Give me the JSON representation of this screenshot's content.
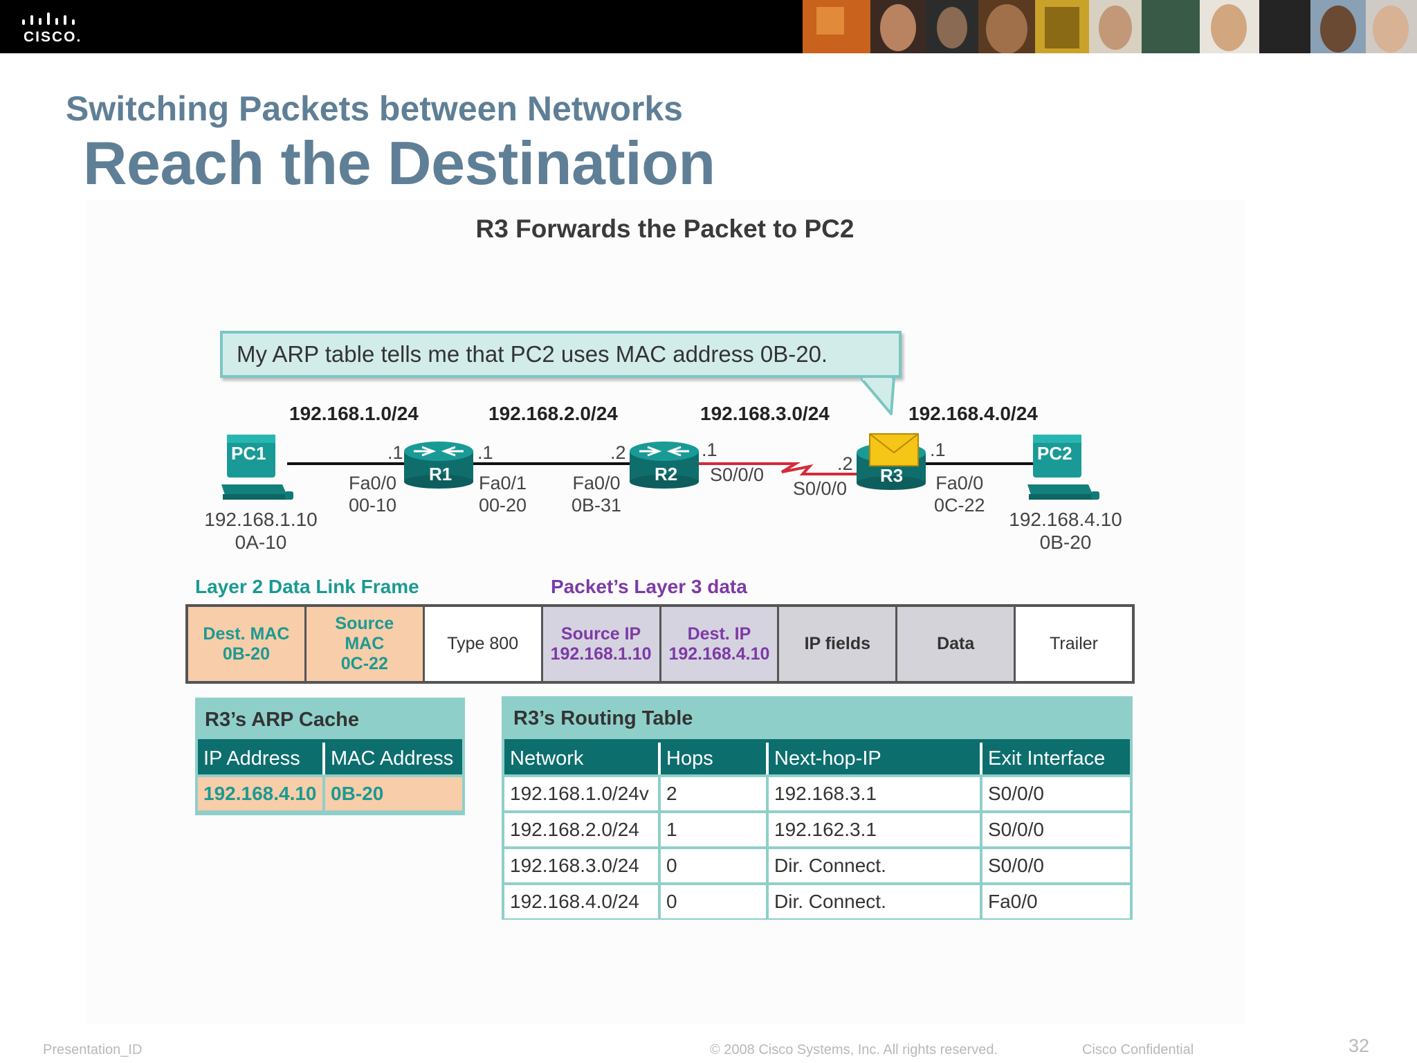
{
  "header": {
    "logo_text": "CISCO."
  },
  "slide": {
    "subtitle": "Switching Packets between Networks",
    "title": "Reach the Destination",
    "figure_title": "R3 Forwards the Packet to PC2"
  },
  "bubble": {
    "text": "My ARP table tells me that PC2 uses MAC address 0B-20."
  },
  "topology": {
    "networks": [
      "192.168.1.0/24",
      "192.168.2.0/24",
      "192.168.3.0/24",
      "192.168.4.0/24"
    ],
    "devices": {
      "pc1": "PC1",
      "r1": "R1",
      "r2": "R2",
      "r3": "R3",
      "pc2": "PC2"
    },
    "pc1_ip": "192.168.1.10",
    "pc1_mac": "0A-10",
    "pc2_ip": "192.168.4.10",
    "pc2_mac": "0B-20",
    "hosts": {
      "r1_left": ".1",
      "r1_right": ".1",
      "r2_left": ".2",
      "r2_right": ".1",
      "r3_left": ".2",
      "r3_right": ".1"
    },
    "ports": {
      "r1_fa00": "Fa0/0",
      "r1_fa00_mac": "00-10",
      "r1_fa01": "Fa0/1",
      "r1_fa01_mac": "00-20",
      "r2_fa00": "Fa0/0",
      "r2_fa00_mac": "0B-31",
      "r2_s000": "S0/0/0",
      "r3_s000": "S0/0/0",
      "r3_fa00": "Fa0/0",
      "r3_fa00_mac": "0C-22"
    }
  },
  "frame": {
    "layer2_caption": "Layer 2 Data Link Frame",
    "layer3_caption": "Packet’s Layer 3 data",
    "fields": {
      "dest_mac_label": "Dest. MAC",
      "dest_mac_value": "0B-20",
      "src_mac_label1": "Source",
      "src_mac_label2": "MAC",
      "src_mac_value": "0C-22",
      "type": "Type 800",
      "src_ip_label": "Source IP",
      "src_ip_value": "192.168.1.10",
      "dest_ip_label": "Dest. IP",
      "dest_ip_value": "192.168.4.10",
      "ip_fields": "IP fields",
      "data": "Data",
      "trailer": "Trailer"
    }
  },
  "arp_cache": {
    "title": "R3’s ARP Cache",
    "columns": [
      "IP Address",
      "MAC Address"
    ],
    "rows": [
      [
        "192.168.4.10",
        "0B-20"
      ]
    ]
  },
  "routing_table": {
    "title": "R3’s Routing Table",
    "columns": [
      "Network",
      "Hops",
      "Next-hop-IP",
      "Exit Interface"
    ],
    "rows": [
      [
        "192.168.1.0/24v",
        "2",
        "192.168.3.1",
        "S0/0/0"
      ],
      [
        "192.168.2.0/24",
        "1",
        "192.162.3.1",
        "S0/0/0"
      ],
      [
        "192.168.3.0/24",
        "0",
        "Dir. Connect.",
        "S0/0/0"
      ],
      [
        "192.168.4.0/24",
        "0",
        "Dir. Connect.",
        "Fa0/0"
      ]
    ]
  },
  "footer": {
    "presentation_id": "Presentation_ID",
    "copyright": "© 2008 Cisco Systems, Inc. All rights reserved.",
    "confidential": "Cisco Confidential",
    "page_number": "32"
  }
}
